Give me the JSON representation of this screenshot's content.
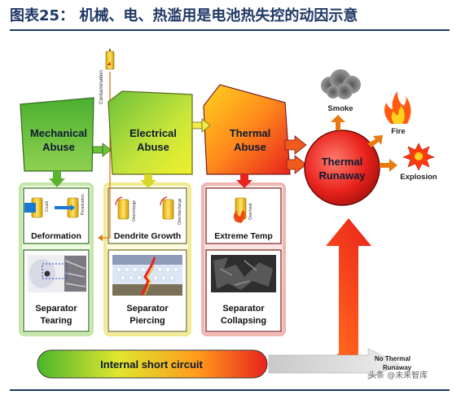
{
  "title": "图表25： 机械、电、热滥用是电池热失控的动因示意",
  "abuse": {
    "mechanical": [
      "Mechanical",
      "Abuse"
    ],
    "electrical": [
      "Electrical",
      "Abuse"
    ],
    "thermal": [
      "Thermal",
      "Abuse"
    ]
  },
  "labels": {
    "contamination": "Contamination",
    "crush": "Crush",
    "penetration": "Penetration",
    "overcharge": "Overcharge",
    "overdischarge": "Overdischarge",
    "overheat": "Overheat",
    "deformation": "Deformation",
    "dendrite_growth": "Dendrite Growth",
    "extreme_temp": "Extreme Temp",
    "sep_tearing": [
      "Separator",
      "Tearing"
    ],
    "sep_piercing": [
      "Separator",
      "Piercing"
    ],
    "sep_collapsing": [
      "Separator",
      "Collapsing"
    ],
    "thermal_runaway": [
      "Thermal",
      "Runaway"
    ],
    "smoke": "Smoke",
    "fire": "Fire",
    "explosion": "Explosion",
    "internal_short": "Internal short circuit",
    "no_thermal": [
      "No Thermal",
      "Runaway"
    ],
    "watermark": "头条 @未来智库"
  },
  "colors": {
    "title_blue": "#1f3864",
    "green": "#5ab52e",
    "yellow": "#e8e000",
    "orange": "#f7941d",
    "red": "#e8221c"
  }
}
